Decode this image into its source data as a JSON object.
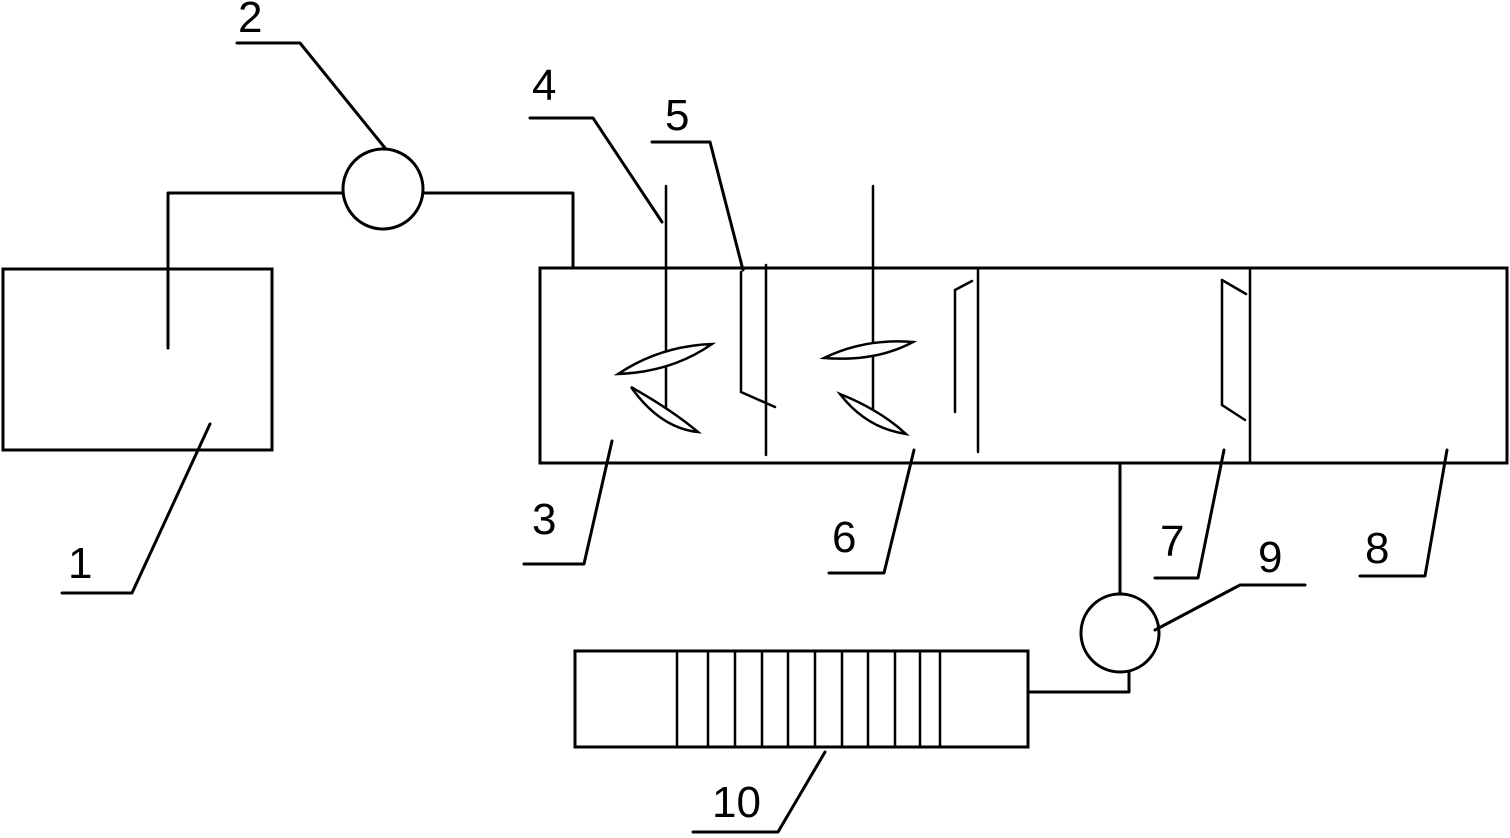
{
  "diagram": {
    "labels": {
      "n1": "1",
      "n2": "2",
      "n3": "3",
      "n4": "4",
      "n5": "5",
      "n6": "6",
      "n7": "7",
      "n8": "8",
      "n9": "9",
      "n10": "10"
    }
  }
}
